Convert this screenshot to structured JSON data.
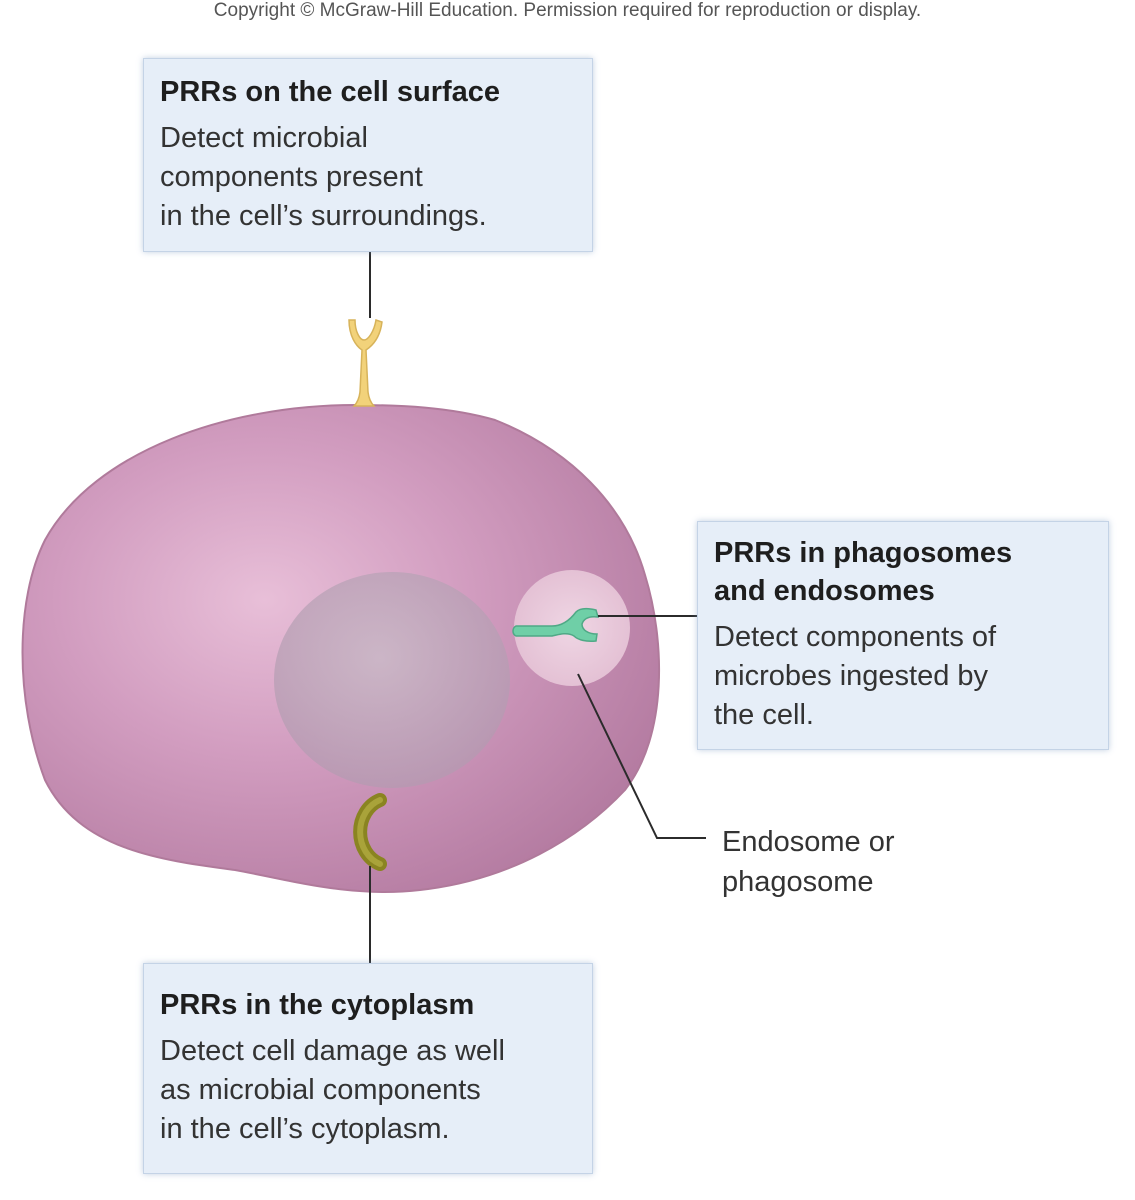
{
  "copyright": "Copyright © McGraw-Hill Education. Permission required for reproduction or display.",
  "callouts": {
    "surface": {
      "title": "PRRs on the cell surface",
      "body": "Detect microbial\ncomponents present\nin the cell’s surroundings."
    },
    "phagosomes": {
      "title": "PRRs in phagosomes\nand endosomes",
      "body": "Detect components of\nmicrobes ingested by\nthe cell."
    },
    "cytoplasm": {
      "title": "PRRs in the cytoplasm",
      "body": "Detect cell damage as well\nas microbial components\nin the cell’s cytoplasm."
    }
  },
  "labels": {
    "endosome": "Endosome or\nphagosome"
  },
  "colors": {
    "cell_membrane": "#b77aa0",
    "cell_body": "#c994b6",
    "nucleus": "#bfa9bb",
    "vesicle": "#e9cadb",
    "surface_receptor": "#f2d27a",
    "endosomal_receptor": "#6fcfa7",
    "cytoplasmic_receptor": "#8a8421",
    "callout_fill": "#e6eef8",
    "leader_line": "#2b2b2b"
  }
}
